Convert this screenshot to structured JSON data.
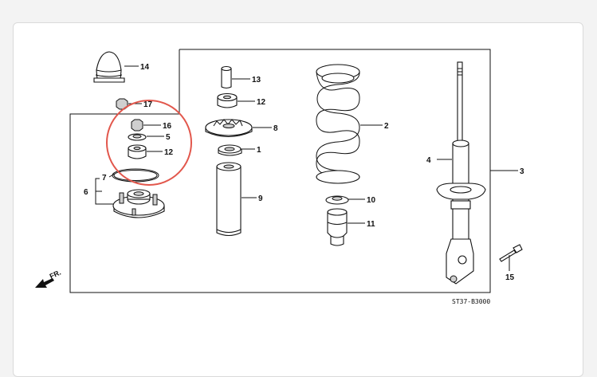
{
  "diagram": {
    "callouts": {
      "p1": "1",
      "p2": "2",
      "p3": "3",
      "p4": "4",
      "p5": "5",
      "p6": "6",
      "p7": "7",
      "p8": "8",
      "p9": "9",
      "p10": "10",
      "p11": "11",
      "p12a": "12",
      "p12b": "12",
      "p13": "13",
      "p14": "14",
      "p15": "15",
      "p16": "16",
      "p17": "17"
    },
    "direction_label": "FR.",
    "diagram_code": "ST37-B3000",
    "highlight_color": "#e2574c"
  }
}
